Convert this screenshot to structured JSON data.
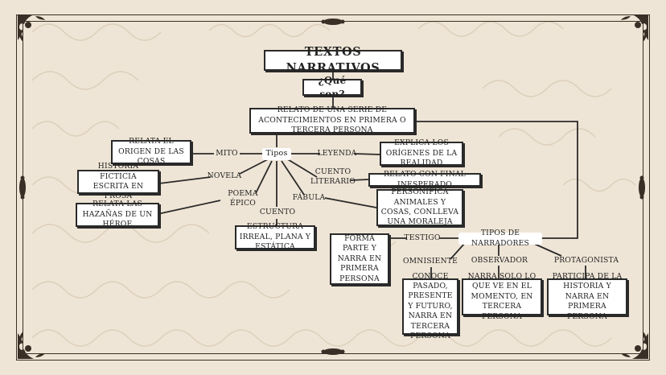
{
  "title": "TEXTOS NARRATIVOS",
  "question": "¿Qué son?",
  "definition": "RELATO DE UNA SERIE DE ACONTECIMIENTOS EN PRIMERA O TERCERA PERSONA",
  "types_hub": "Tipos",
  "types": {
    "mito": {
      "label": "MITO",
      "desc": "RELATA EL ORIGEN DE LAS COSAS"
    },
    "novela": {
      "label": "NOVELA",
      "desc": "HISTORIA FICTICIA ESCRITA EN PROSA"
    },
    "poema_epico": {
      "label": "POEMA ÉPICO",
      "desc": "RELATA LAS HAZAÑAS DE UN HÉROE"
    },
    "cuento": {
      "label": "CUENTO",
      "desc": "ESTRUCTURA IRREAL, PLANA Y ESTÁTICA"
    },
    "fabula": {
      "label": "FÁBULA",
      "desc": "PERSONIFICA ANIMALES Y COSAS, CONLLEVA UNA MORALEJA"
    },
    "cuento_literario": {
      "label": "CUENTO LITERARIO",
      "desc": "RELATO CON FINAL INESPERADO"
    },
    "leyenda": {
      "label": "LEYENDA",
      "desc": "EXPLICA LOS ORÍGENES DE LA REALIDAD"
    }
  },
  "narrators_hub": "TIPOS DE NARRADORES",
  "narrators": {
    "testigo": {
      "label": "TESTIGO",
      "desc": "FORMA PARTE Y NARRA EN PRIMERA PERSONA"
    },
    "omnisciente": {
      "label": "OMNISIENTE",
      "desc": "CONOCE PASADO, PRESENTE Y FUTURO, NARRA EN TERCERA PERSONA"
    },
    "observador": {
      "label": "OBSERVADOR",
      "desc": "NARRA SOLO LO QUE VE EN EL MOMENTO, EN TERCERA PERSONA"
    },
    "protagonista": {
      "label": "PROTAGONISTA",
      "desc": "PARTICIPA DE LA HISTORIA Y NARRA EN PRIMERA PERSONA"
    }
  },
  "colors": {
    "background": "#efe5d6",
    "ink": "#2a2a2a",
    "frame": "#3a2f26"
  }
}
